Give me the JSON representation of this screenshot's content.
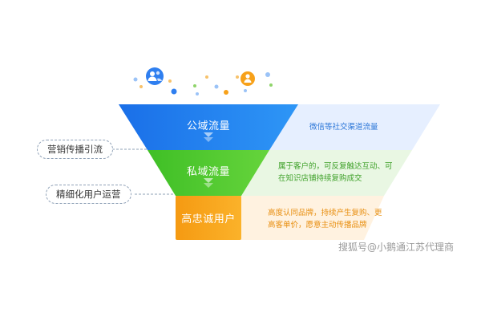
{
  "tiers": [
    {
      "label": "公域流量",
      "description": [
        "微信等社交渠道流量"
      ]
    },
    {
      "label": "私域流量",
      "description": [
        "属于客户的，可反复触达互动、可",
        "在知识店铺持续复购成交"
      ]
    },
    {
      "label": "高忠诚用户",
      "description": [
        "高度认同品牌，持续产生复购、更",
        "高客单价，愿意主动传播品牌"
      ]
    }
  ],
  "side_tags": [
    "营销传播引流",
    "精细化用户运营"
  ],
  "watermark": "搜狐号@小鹅通江苏代理商",
  "colors": {
    "blue": "#1b7ff0",
    "green": "#4cc72c",
    "orange": "#f7a11a",
    "blue_panel": "#e6efff",
    "green_panel": "#e9f7e3",
    "orange_panel": "#fff2e0",
    "blue_text": "#2f78d8",
    "green_text": "#3fa12a",
    "orange_text": "#e88f10"
  },
  "icons": [
    "users-icon",
    "person-icon"
  ]
}
